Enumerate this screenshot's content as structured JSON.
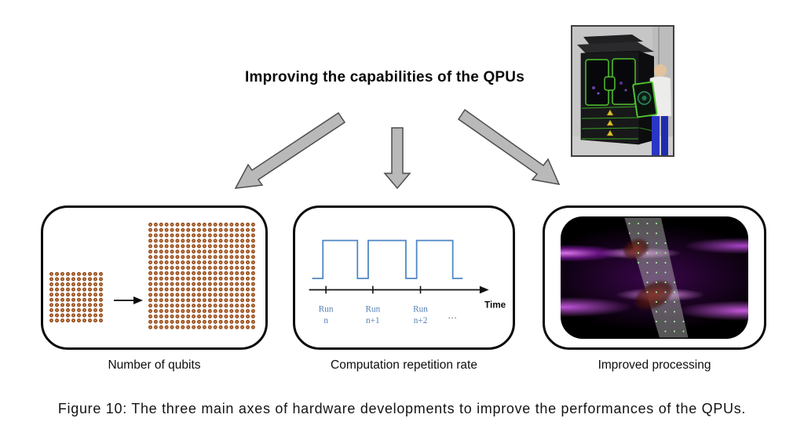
{
  "figure": {
    "title": "Improving the capabilities of the QPUs",
    "caption": "Figure 10: The three main axes of hardware developments to improve the performances of the QPUs."
  },
  "panels": [
    {
      "label": "Number of qubits"
    },
    {
      "label": "Computation repetition rate"
    },
    {
      "label": "Improved processing"
    }
  ],
  "qubit_growth": {
    "small_grid": {
      "rows": 10,
      "cols": 10
    },
    "large_grid": {
      "rows": 20,
      "cols": 20
    }
  },
  "timing": {
    "pulses": 3,
    "runs": [
      {
        "line1": "Run",
        "line2": "n"
      },
      {
        "line1": "Run",
        "line2": "n+1"
      },
      {
        "line1": "Run",
        "line2": "n+2"
      }
    ],
    "ellipsis": "...",
    "time_label": "Time"
  },
  "colors": {
    "qubit_orange": "#c97c3a",
    "qubit_ring": "#7c3d1a",
    "wave_blue": "#4e86c2",
    "run_label_blue": "#557fb3",
    "flow_arrow_gray": "#b9b9b9",
    "beam_magenta": "#c14fe0",
    "atom_green": "#a6eda2",
    "cabinet_green": "#4ec22e"
  }
}
